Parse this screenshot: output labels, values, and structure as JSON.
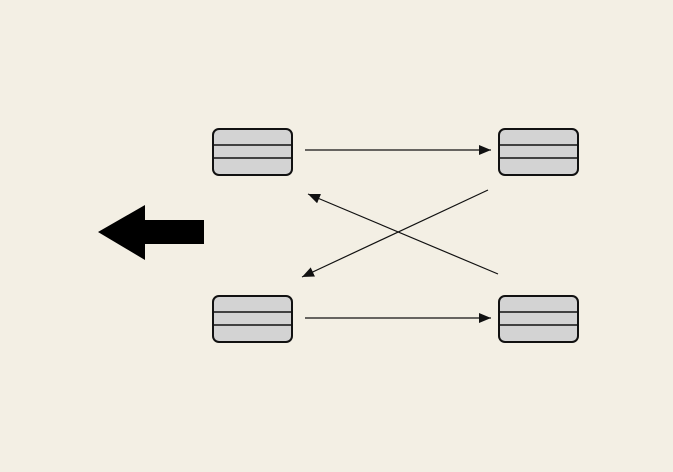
{
  "colors": {
    "background": "#f3efe4",
    "box_fill": "#d3d3d3",
    "stroke": "#111111"
  },
  "nodes": [
    {
      "id": "top-left"
    },
    {
      "id": "top-right"
    },
    {
      "id": "bottom-left"
    },
    {
      "id": "bottom-right"
    }
  ],
  "edges": [
    {
      "from": "top-left",
      "to": "top-right"
    },
    {
      "from": "bottom-left",
      "to": "bottom-right"
    },
    {
      "from": "top-right",
      "to": "bottom-left"
    },
    {
      "from": "bottom-right",
      "to": "top-left"
    }
  ],
  "direction_arrow": "left"
}
